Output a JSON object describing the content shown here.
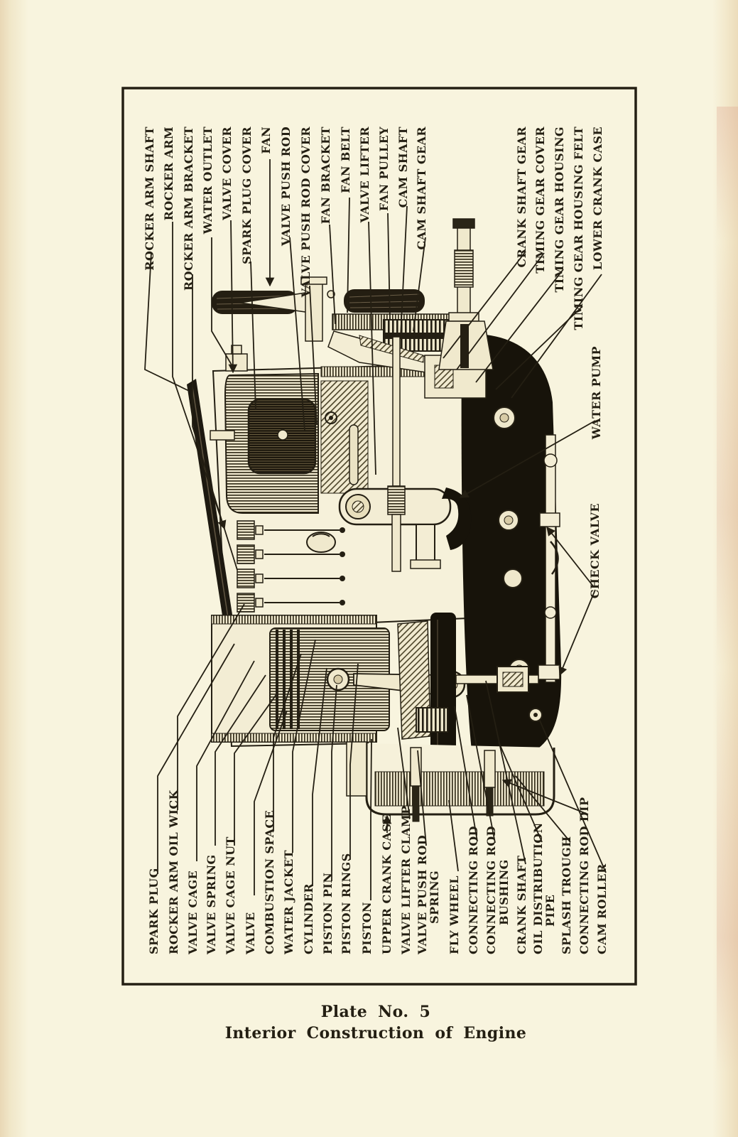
{
  "plate": {
    "caption_line1": "Plate No. 5",
    "caption_line2": "Interior Construction of Engine"
  },
  "colors": {
    "paper": "#f8f4de",
    "ink": "#241f13"
  },
  "labels": {
    "top": [
      "ROCKER ARM SHAFT",
      "ROCKER ARM",
      "ROCKER ARM BRACKET",
      "WATER OUTLET",
      "VALVE COVER",
      "SPARK PLUG COVER",
      "FAN",
      "VALVE PUSH ROD",
      "VALVE PUSH ROD COVER",
      "FAN BRACKET",
      "FAN BELT",
      "VALVE LIFTER",
      "FAN PULLEY",
      "CAM SHAFT",
      "CAM SHAFT GEAR",
      "CRANK SHAFT GEAR",
      "TIMING GEAR COVER",
      "TIMING GEAR HOUSING",
      "TIMING GEAR HOUSING FELT",
      "LOWER CRANK CASE"
    ],
    "right": [
      "WATER PUMP",
      "CHECK VALVE"
    ],
    "bottom": [
      "SPARK PLUG",
      "ROCKER ARM OIL WICK",
      "VALVE CAGE",
      "VALVE SPRING",
      "VALVE CAGE NUT",
      "VALVE",
      "COMBUSTION SPACE",
      "WATER JACKET",
      "CYLINDER",
      "PISTON PIN",
      "PISTON RINGS",
      "PISTON",
      "UPPER CRANK CASE",
      "VALVE LIFTER CLAMP",
      "VALVE PUSH ROD",
      "SPRING",
      "FLY WHEEL",
      "CONNECTING ROD",
      "CONNECTING ROD",
      "BUSHING",
      "CRANK SHAFT",
      "OIL DISTRIBUTION",
      "PIPE",
      "SPLASH TROUGH",
      "CONNECTING ROD DIP",
      "CAM ROLLER"
    ]
  }
}
